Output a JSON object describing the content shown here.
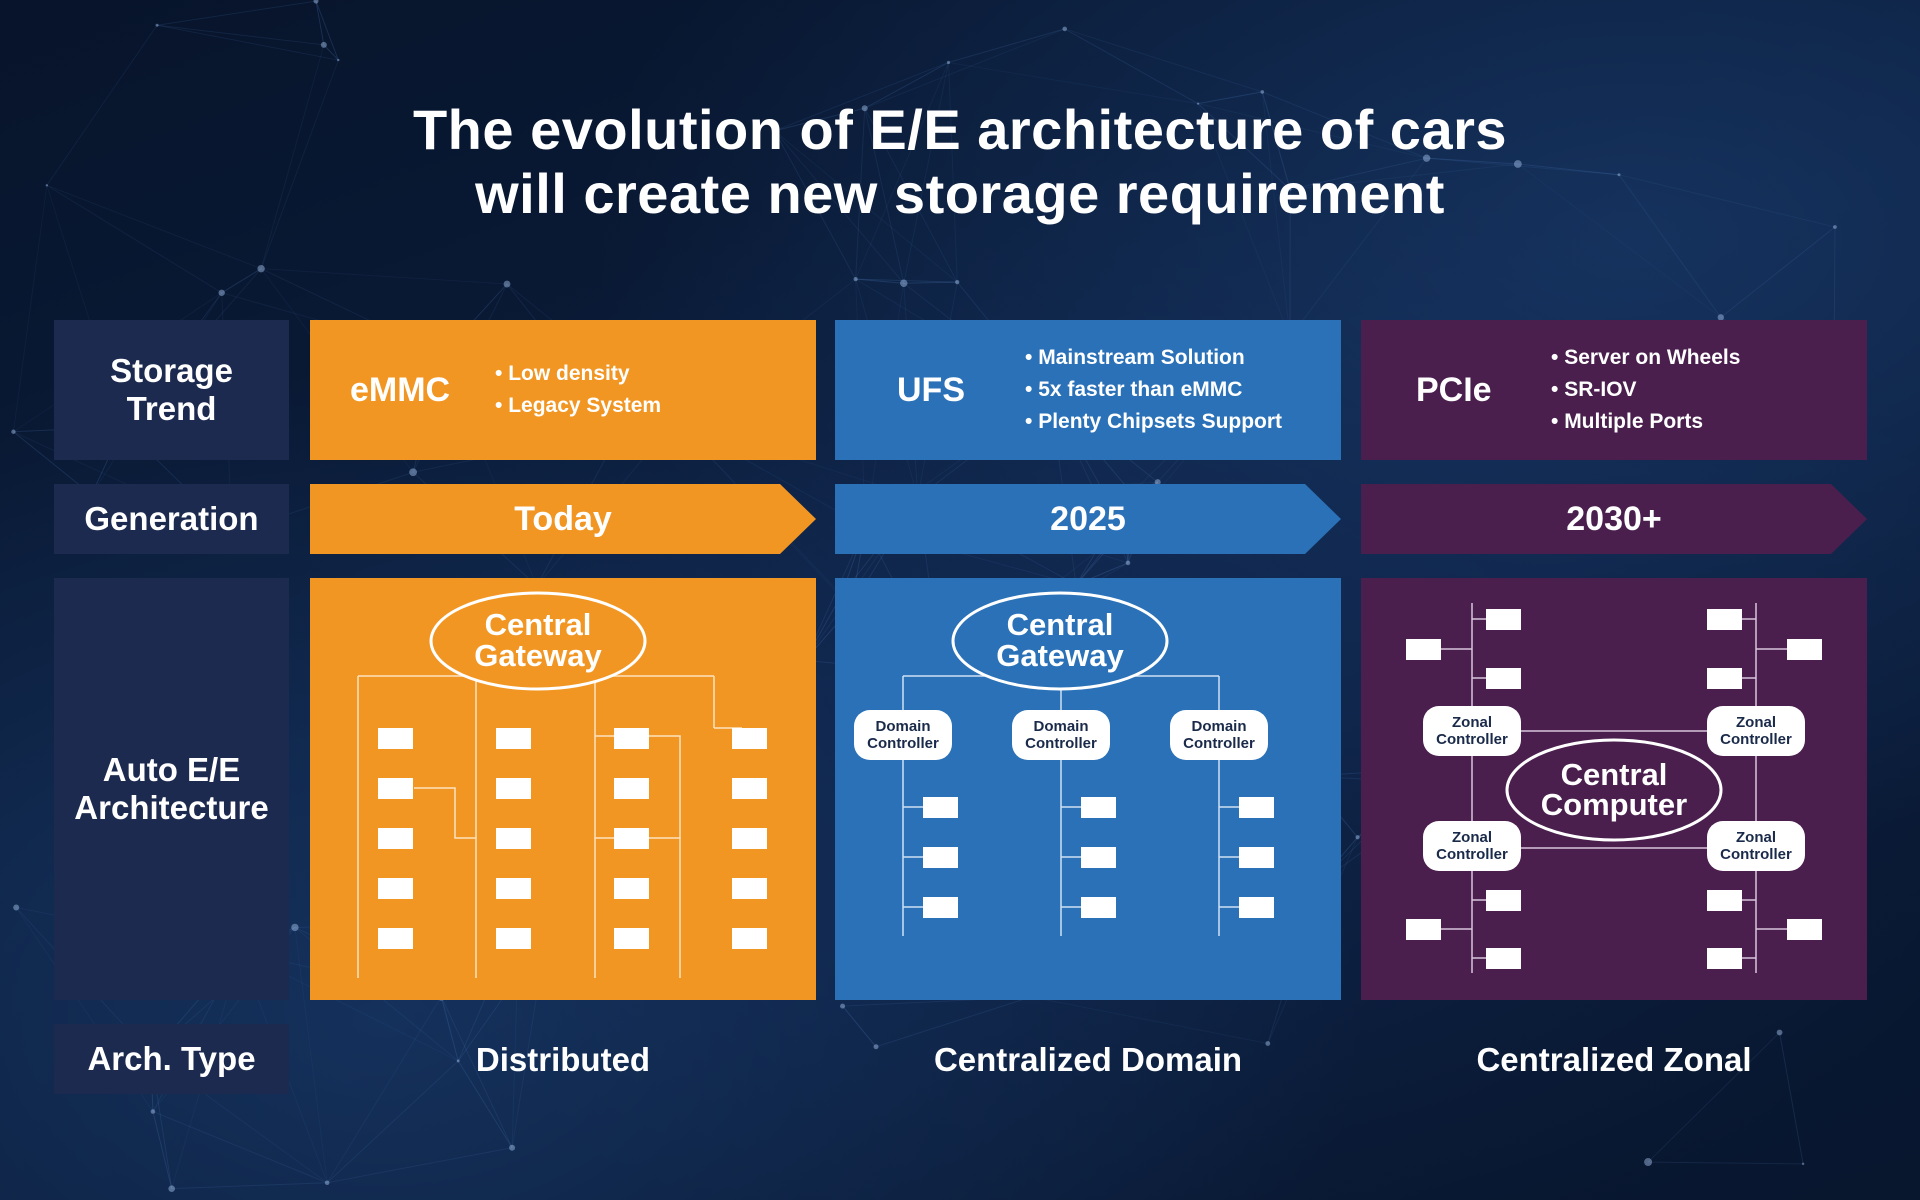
{
  "title_line1": "The evolution of E/E architecture of cars",
  "title_line2": "will create new storage requirement",
  "row_labels": {
    "storage_trend_1": "Storage",
    "storage_trend_2": "Trend",
    "generation": "Generation",
    "auto_ee_1": "Auto E/E",
    "auto_ee_2": "Architecture",
    "arch_type": "Arch. Type"
  },
  "columns": [
    {
      "storage": "eMMC",
      "bullets": [
        "Low density",
        "Legacy System"
      ],
      "generation": "Today",
      "arch_type": "Distributed",
      "color": "#f29623",
      "hub_line1": "Central",
      "hub_line2": "Gateway"
    },
    {
      "storage": "UFS",
      "bullets": [
        "Mainstream Solution",
        "5x faster than eMMC",
        "Plenty Chipsets Support"
      ],
      "generation": "2025",
      "arch_type": "Centralized Domain",
      "color": "#2a71b8",
      "hub_line1": "Central",
      "hub_line2": "Gateway",
      "controller_line1": "Domain",
      "controller_line2": "Controller"
    },
    {
      "storage": "PCIe",
      "bullets": [
        "Server on Wheels",
        "SR-IOV",
        "Multiple Ports"
      ],
      "generation": "2030+",
      "arch_type": "Centralized Zonal",
      "color": "#4a1f4e",
      "hub_line1": "Central",
      "hub_line2": "Computer",
      "controller_line1": "Zonal",
      "controller_line2": "Controller"
    }
  ]
}
